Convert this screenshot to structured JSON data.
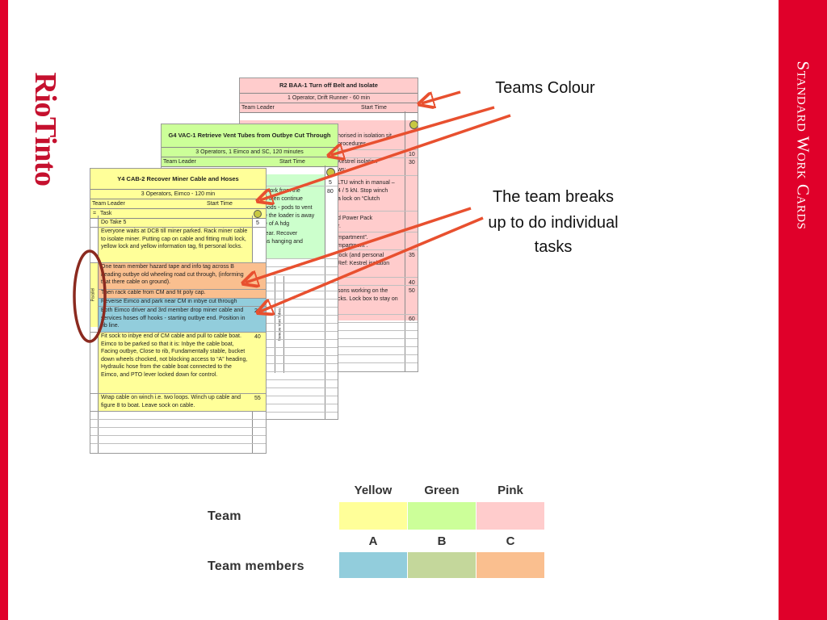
{
  "slide_title": "Standard Work Cards",
  "logo_text": "RioTinto",
  "card_pink": {
    "title": "R2  BAA-1 Turn off Belt and Isolate",
    "subtitle": "1 Operator, Drift Runner - 60 min",
    "team_leader": "Team Leader",
    "start_time": "Start Time",
    "fragments": [
      "horised in isolation sit",
      "procedures.",
      "Kestrel isolation",
      "ws:",
      "LTU winch in manual –",
      "4 / 5 kN.  Stop winch",
      "a lock on “Clutch",
      "d Power Pack",
      "r.",
      "mpartment”.",
      "mpartment”.",
      "lock (and personal",
      "Ref: Kestrel isolation",
      "sons working on the",
      "cks.  Lock box to stay on"
    ],
    "numbers": [
      "10",
      "30",
      "35",
      "40",
      "50",
      "60"
    ]
  },
  "card_green": {
    "title": "G4  VAC-1  Retrieve Vent Tubes from Outbye Cut Through",
    "subtitle": "3 Operators, 1 Eimco and SC,  120 minutes",
    "team_leader": "Team Leader",
    "start_time": "Start Time",
    "fragments": [
      "(work from the",
      "d then continue",
      "oods - pods to vent",
      "e the loader is away",
      "e of A hdg",
      "lear.  Recover",
      "hs hanging and"
    ],
    "numbers": [
      "5",
      "80"
    ],
    "side_label": "Remove Vent Tubes"
  },
  "card_yellow": {
    "title": "Y4  CAB-2 Recover Miner Cable and Hoses",
    "subtitle": "3 Operators, Eimco - 120 min",
    "team_leader": "Team Leader",
    "start_time": "Start Time",
    "col_marker": "=",
    "col_task": "Task",
    "side_label": "Parallel",
    "rows": [
      {
        "text": "Do Take 5",
        "num": "5"
      },
      {
        "text": "Everyone waits at DCB till miner parked.  Rack miner cable to isolate miner.  Putting cap on cable and fitting multi lock, yellow lock and yellow information tag, fit personal locks.",
        "num": ""
      },
      {
        "text": "One team member hazard tape and info tag across B heading outbye old wheeling road cut through, (informing that there cable on ground).",
        "num": ""
      },
      {
        "text": "Then rack cable from CM and fit poly cap.",
        "num": ""
      },
      {
        "text": "Reverse Eimco and park near CM in inbye cut through",
        "num": ""
      },
      {
        "text": "Both Eimco driver and 3rd member drop miner cable and services hoses off hooks - starting outbye end. Position in rib line.",
        "num": "25"
      },
      {
        "text": "Fit sock to  inbye end of CM cable and pull to cable boat. Eimco to be parked so that it is:  Inbye the cable boat, Facing outbye, Close to rib, Fundamentally stable, bucket down wheels chocked, not blocking access to “A” heading,  Hydraulic hose from the cable boat connected to the Eimco, and PTO lever locked down for control.",
        "num": "40"
      },
      {
        "text": "Wrap cable on winch  i.e. two loops.  Winch up cable and figure 8 to boat.  Leave sock on cable.",
        "num": "55"
      }
    ]
  },
  "callouts": {
    "teams_colour": "Teams Colour",
    "breaks_line1": "The team breaks",
    "breaks_line2": "up to do individual",
    "breaks_line3": "tasks"
  },
  "legend": {
    "col_yellow": "Yellow",
    "col_green": "Green",
    "col_pink": "Pink",
    "row_team": "Team",
    "row_members": "Team members",
    "member_a": "A",
    "member_b": "B",
    "member_c": "C",
    "colors": {
      "team_yellow": "#ffff99",
      "team_green": "#ccff99",
      "team_pink": "#ffcccc",
      "member_a": "#92cddc",
      "member_b": "#c4d79b",
      "member_c": "#fabf8f"
    }
  },
  "colors": {
    "brand_red": "#e0002a",
    "arrow": "#e8502f",
    "highlight_circle": "#8b2a1f"
  }
}
